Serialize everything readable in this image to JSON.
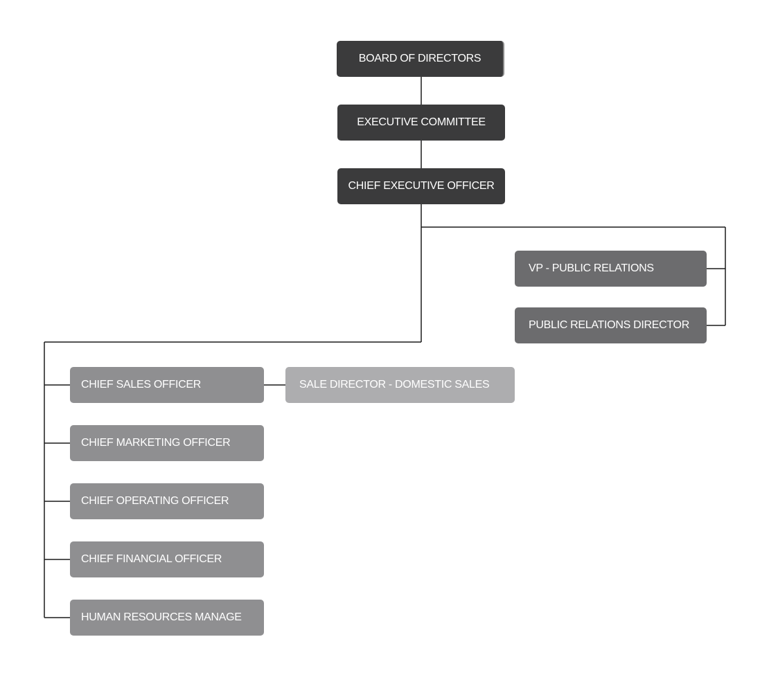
{
  "org_chart": {
    "executive": {
      "board": "BOARD OF DIRECTORS",
      "committee": "EXECUTIVE COMMITTEE",
      "ceo": "CHIEF EXECUTIVE OFFICER"
    },
    "public_relations": {
      "vp": "VP - PUBLIC RELATIONS",
      "director": "PUBLIC RELATIONS DIRECTOR"
    },
    "officers": [
      "CHIEF SALES OFFICER",
      "CHIEF MARKETING OFFICER",
      "CHIEF OPERATING OFFICER",
      "CHIEF FINANCIAL OFFICER",
      "HUMAN RESOURCES MANAGE"
    ],
    "sales": {
      "director": "SALE DIRECTOR - DOMESTIC SALES"
    }
  },
  "colors": {
    "executive_box": "#3b3b3c",
    "vp_box": "#6c6c6e",
    "officer_box": "#8f8f91",
    "director_box": "#adadaf",
    "connector": "#1a1a1a",
    "text": "#ffffff",
    "background": "#ffffff"
  }
}
